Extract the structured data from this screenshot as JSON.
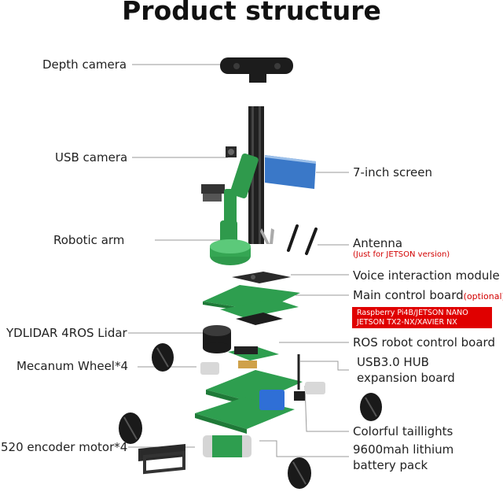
{
  "title": "Product structure",
  "left_labels": {
    "depth_camera": "Depth camera",
    "usb_camera": "USB camera",
    "robotic_arm": "Robotic arm",
    "lidar": "YDLIDAR 4ROS Lidar",
    "mecanum": "Mecanum Wheel*4",
    "motor": "520 encoder motor*4"
  },
  "right_labels": {
    "screen": "7-inch screen",
    "antenna": "Antenna",
    "antenna_note": "(Just for JETSON version)",
    "voice": "Voice interaction module",
    "main_board": "Main control board",
    "main_board_note": "(optional)",
    "board_options_1": "Raspberry Pi4B/JETSON NANO",
    "board_options_2": "JETSON TX2-NX/XAVIER NX",
    "ros_board": "ROS robot control board",
    "usb_hub_1": "USB3.0 HUB",
    "usb_hub_2": "expansion board",
    "taillights": "Colorful taillights",
    "battery_1": "9600mah lithium",
    "battery_2": "battery pack"
  },
  "colors": {
    "pcb_green": "#2e9e4f",
    "screen_blue": "#3a78c8",
    "note_red": "#d20000",
    "badge_red": "#e00000"
  }
}
